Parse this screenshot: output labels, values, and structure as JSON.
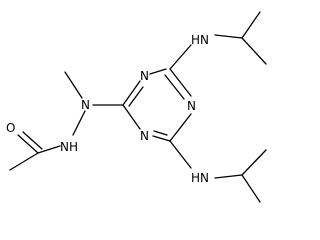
{
  "molecule": {
    "atoms": [
      {
        "key": "o1",
        "symbol": "O"
      },
      {
        "key": "nh_amide",
        "symbol": "NH"
      },
      {
        "key": "n_methyl",
        "symbol": "N"
      },
      {
        "key": "n_ring_top",
        "symbol": "N"
      },
      {
        "key": "n_ring_right",
        "symbol": "N"
      },
      {
        "key": "n_ring_bottom",
        "symbol": "N"
      },
      {
        "key": "nh_top",
        "symbol": "HN"
      },
      {
        "key": "nh_bottom",
        "symbol": "HN"
      }
    ]
  },
  "colors": {
    "bond": "#000000",
    "label": "#000000",
    "background": "#ffffff"
  }
}
